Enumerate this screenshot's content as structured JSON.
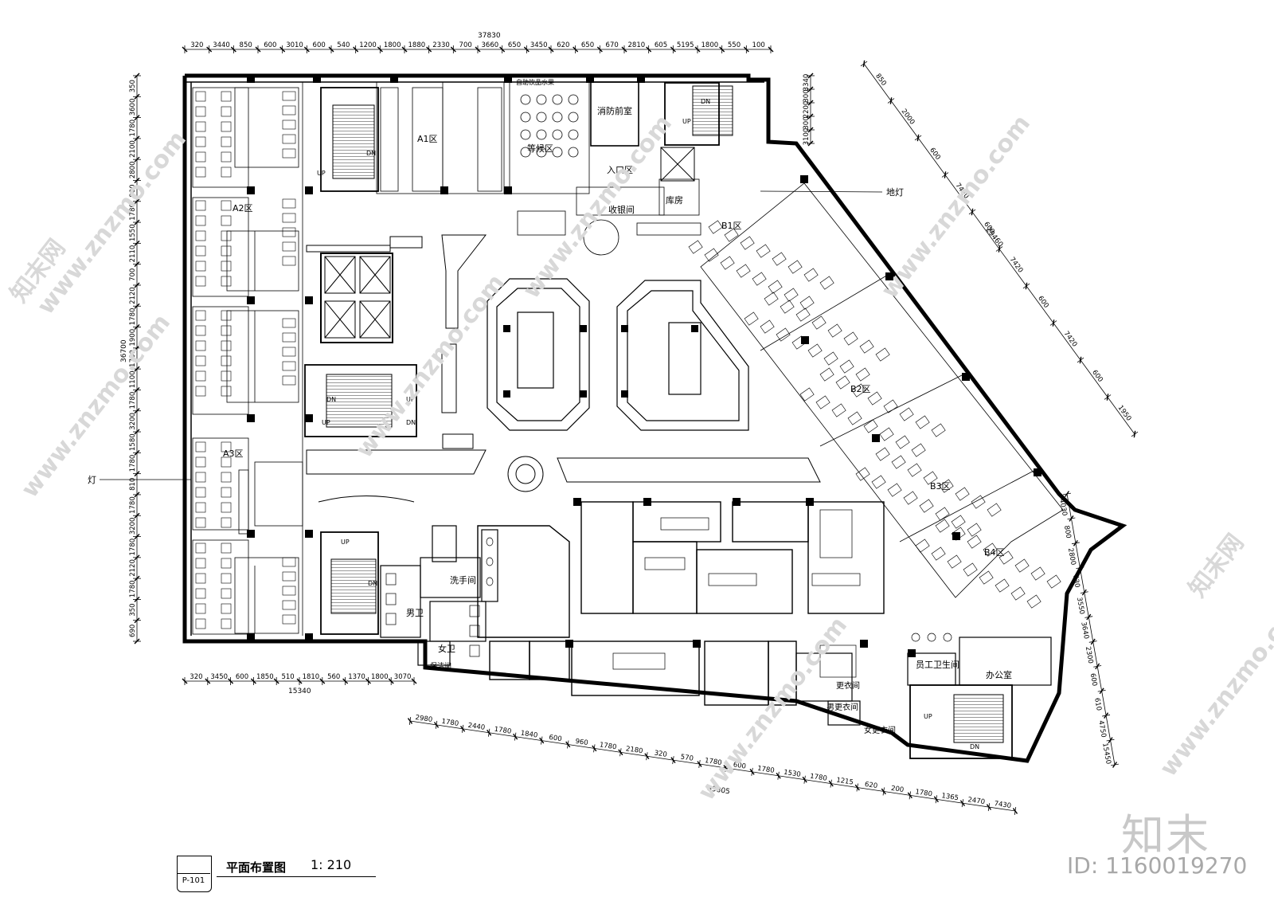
{
  "plan": {
    "overall_top": "37830",
    "overall_left": "36700",
    "overall_bottom_left": "15340",
    "overall_bottom_right": "39805",
    "overall_diag_upper": "29460",
    "top_dims": [
      "320",
      "3440",
      "850",
      "600",
      "3010",
      "600",
      "540",
      "1200",
      "1800",
      "1880",
      "2330",
      "700",
      "3660",
      "650",
      "3450",
      "620",
      "650",
      "670",
      "2810",
      "605",
      "5195",
      "1800",
      "550",
      "100"
    ],
    "left_dims": [
      "690",
      "350",
      "1780",
      "2120",
      "1780",
      "3200",
      "1780",
      "810",
      "1780",
      "1580",
      "3200",
      "1780",
      "1100",
      "1780",
      "1900",
      "1780",
      "2120",
      "700",
      "2110",
      "1550",
      "1780",
      "800",
      "2800",
      "2100",
      "1780",
      "3600",
      "350"
    ],
    "bottom_left_dims": [
      "320",
      "3450",
      "600",
      "1850",
      "510",
      "1810",
      "560",
      "1370",
      "1800",
      "3070"
    ],
    "bottom_right_dims": [
      "2980",
      "1780",
      "2440",
      "1780",
      "1840",
      "600",
      "960",
      "1780",
      "2180",
      "320",
      "570",
      "1780",
      "600",
      "1780",
      "1530",
      "1780",
      "1215",
      "620",
      "200",
      "1780",
      "1365",
      "2470",
      "7430"
    ],
    "diag_dims": [
      "850",
      "2000",
      "600",
      "7420",
      "600",
      "7420",
      "600",
      "7420",
      "600",
      "1950"
    ],
    "right_upper_dims": [
      "3100",
      "300",
      "2200",
      "300",
      "3340"
    ],
    "right_lower_dims": [
      "4030",
      "800",
      "2800",
      "630",
      "3550",
      "3640",
      "2300",
      "600",
      "610",
      "4750",
      "15450"
    ]
  },
  "rooms": [
    {
      "key": "a1",
      "label": "A1区"
    },
    {
      "key": "a2",
      "label": "A2区"
    },
    {
      "key": "a3",
      "label": "A3区"
    },
    {
      "key": "b1",
      "label": "B1区"
    },
    {
      "key": "b2",
      "label": "B2区"
    },
    {
      "key": "b3",
      "label": "B3区"
    },
    {
      "key": "b4",
      "label": "B4区"
    },
    {
      "key": "drinks",
      "label": "自助饮品水果"
    },
    {
      "key": "fire",
      "label": "消防前室"
    },
    {
      "key": "waiting",
      "label": "等候区"
    },
    {
      "key": "entry",
      "label": "入口区"
    },
    {
      "key": "store",
      "label": "库房"
    },
    {
      "key": "cashier",
      "label": "收银间"
    },
    {
      "key": "floorlamp",
      "label": "地灯"
    },
    {
      "key": "lamp",
      "label": "灯"
    },
    {
      "key": "wash",
      "label": "洗手间"
    },
    {
      "key": "mwc",
      "label": "男卫"
    },
    {
      "key": "fwc",
      "label": "女卫"
    },
    {
      "key": "clean",
      "label": "保洁间"
    },
    {
      "key": "staffwc",
      "label": "员工卫生间"
    },
    {
      "key": "office",
      "label": "办公室"
    },
    {
      "key": "change",
      "label": "更衣间"
    },
    {
      "key": "mchange",
      "label": "男更衣间"
    },
    {
      "key": "fchange",
      "label": "女更衣间"
    }
  ],
  "stairs": {
    "up": "UP",
    "dn": "DN"
  },
  "title_block": {
    "sheet_no": "P-101",
    "title": "平面布置图",
    "scale": "1: 210"
  },
  "watermark": {
    "brand": "知末",
    "image_id": "ID: 1160019270",
    "site": "www.znzmo.com",
    "site_cn": "知末网"
  }
}
